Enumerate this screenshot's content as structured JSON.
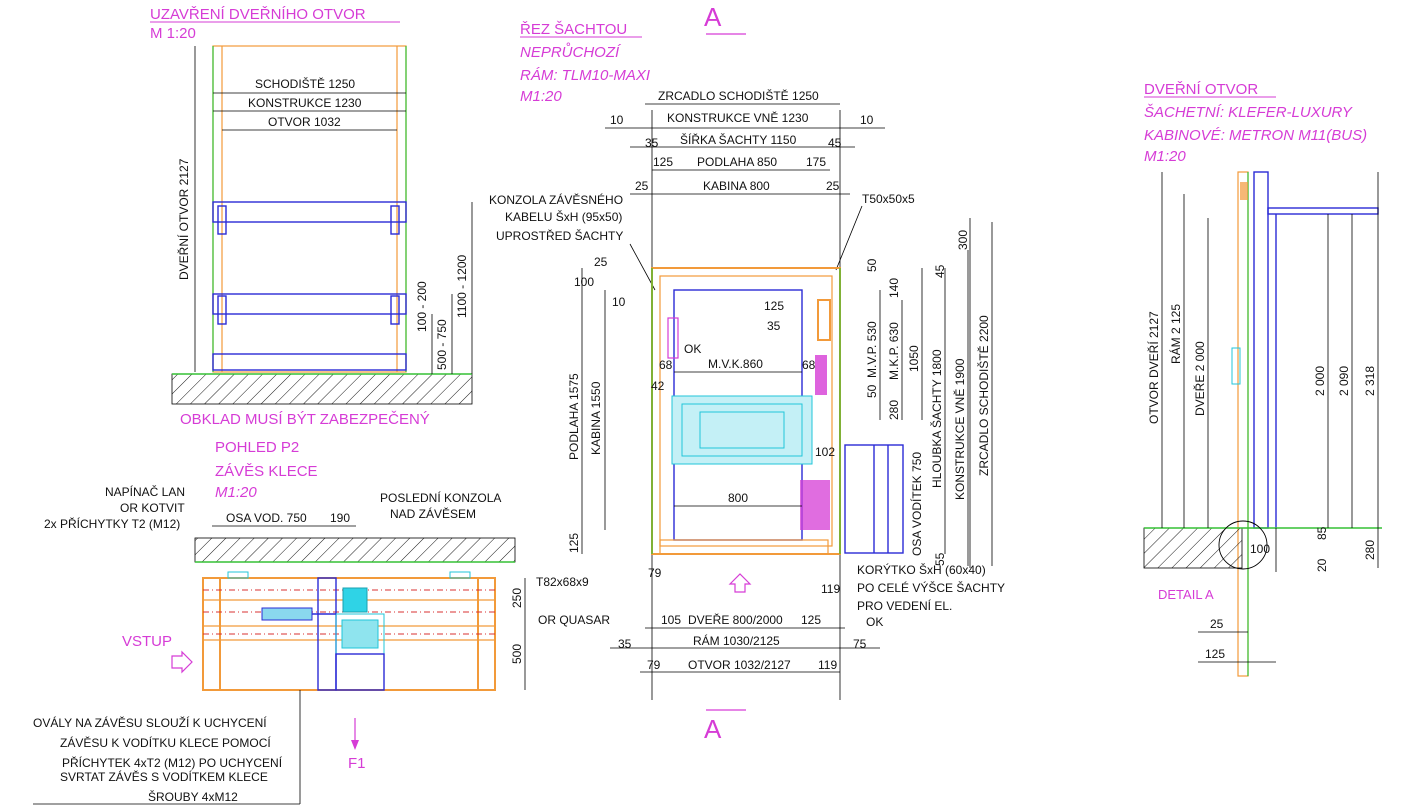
{
  "views": {
    "door_closure": {
      "title": "UZAVŘENÍ DVEŘNÍHO OTVOR",
      "scale": "M 1:20",
      "dims": {
        "staircase": "SCHODIŠTĚ 1250",
        "construction": "KONSTRUKCE 1230",
        "opening": "OTVOR 1032",
        "door_opening_height": "DVEŘNÍ OTVOR 2127",
        "range_1": "1100 - 1200",
        "range_2": "100 - 200",
        "range_3": "500 - 750"
      },
      "note": "OBKLAD MUSÍ BÝT ZABEZPEČENÝ"
    },
    "view_p2": {
      "title": "POHLED P2",
      "subtitle": "ZÁVĚS KLECE",
      "scale": "M1:20",
      "labels": {
        "tensioner": "NAPÍNAČ LAN",
        "anchor": "OR KOTVIT",
        "clips": "2x PŘÍCHYTKY T2 (M12)",
        "axis": "OSA VOD. 750",
        "dim_190": "190",
        "last_bracket_1": "POSLEDNÍ KONZOLA",
        "last_bracket_2": "NAD ZÁVĚSEM",
        "entry": "VSTUP",
        "dim_250": "250",
        "dim_500": "500",
        "force": "F1"
      },
      "notes": [
        "OVÁLY NA ZÁVĚSU SLOUŽÍ K UCHYCENÍ",
        "ZÁVĚSU K VODÍTKU KLECE POMOCÍ",
        "PŘÍCHYTEK 4xT2 (M12) PO UCHYCENÍ",
        "SVRTAT ZÁVĚS S VODÍTKEM KLECE",
        "ŠROUBY 4xM12"
      ]
    },
    "shaft_section": {
      "title": "ŘEZ ŠACHTOU",
      "line1": "NEPRŮCHOZÍ",
      "line2": "RÁM: TLM10-MAXI",
      "scale": "M1:20",
      "section_mark": "A",
      "dims": {
        "mirror_staircase": "ZRCADLO SCHODIŠTĚ 1250",
        "construction_outer": "KONSTRUKCE VNĚ 1230",
        "shaft_width": "ŠÍŘKA ŠACHTY 1150",
        "floor": "PODLAHA 850",
        "cabin": "KABINA 800",
        "d10a": "10",
        "d10b": "10",
        "d35": "35",
        "d45": "45",
        "d125": "125",
        "d175": "175",
        "d25a": "25",
        "d25b": "25",
        "d25c": "25",
        "d100": "100",
        "d10c": "10",
        "d68a": "68",
        "d68b": "68",
        "d42": "42",
        "d125b": "125",
        "d35b": "35",
        "mvk": "M.V.K.860",
        "d800": "800",
        "d102": "102",
        "floor_height": "PODLAHA 1575",
        "cabin_height": "KABINA 1550",
        "d125c": "125",
        "d79a": "79",
        "d105": "105",
        "door": "DVEŘE 800/2000",
        "d125d": "125",
        "d119a": "119",
        "frame": "RÁM 1030/2125",
        "d35c": "35",
        "d75": "75",
        "d79b": "79",
        "opening": "OTVOR 1032/2127",
        "d119b": "119",
        "d300": "300",
        "d50a": "50",
        "d45b": "45",
        "d140": "140",
        "mvp": "M.V.P. 530",
        "mkp": "M.K.P. 630",
        "d50b": "50",
        "d280": "280",
        "d1050": "1050",
        "depth": "HLOUBKA ŠACHTY 1800",
        "construction_depth": "KONSTRUKCE VNĚ 1900",
        "mirror_depth": "ZRCADLO SCHODIŠTĚ 2200",
        "guide_axis": "OSA VODÍTEK 750",
        "d55": "55"
      },
      "labels": {
        "bracket1": "KONZOLA ZÁVĚSNÉHO",
        "bracket2": "KABELU ŠxH (95x50)",
        "bracket3": "UPROSTŘED ŠACHTY",
        "t50": "T50x50x5",
        "ok1": "OK",
        "t82": "T82x68x9",
        "quasar": "OR QUASAR",
        "trough1": "KORÝTKO ŠxH (60x40)",
        "trough2": "PO CELÉ VÝŠCE ŠACHTY",
        "trough3": "PRO VEDENÍ EL.",
        "ok2": "OK"
      }
    },
    "door_opening": {
      "title": "DVEŘNÍ OTVOR",
      "line1": "ŠACHETNÍ: KLEFER-LUXURY",
      "line2": "KABINOVÉ: METRON M11(BUS)",
      "scale": "M1:20",
      "dims": {
        "opening": "OTVOR DVEŘÍ 2127",
        "frame": "RÁM 2 125",
        "door": "DVEŘE  2 000",
        "d2000": "2 000",
        "d2090": "2 090",
        "d2318": "2 318",
        "d85": "85",
        "d280": "280",
        "d100": "100",
        "d20": "20",
        "d25": "25",
        "d125": "125"
      },
      "detail": "DETAIL A"
    }
  },
  "colors": {
    "annotation": "#d63cd6",
    "steel": "#f29a3a",
    "cabin": "#2b2bd6",
    "wall": "#35c035",
    "equipment": "#22c6d9"
  }
}
